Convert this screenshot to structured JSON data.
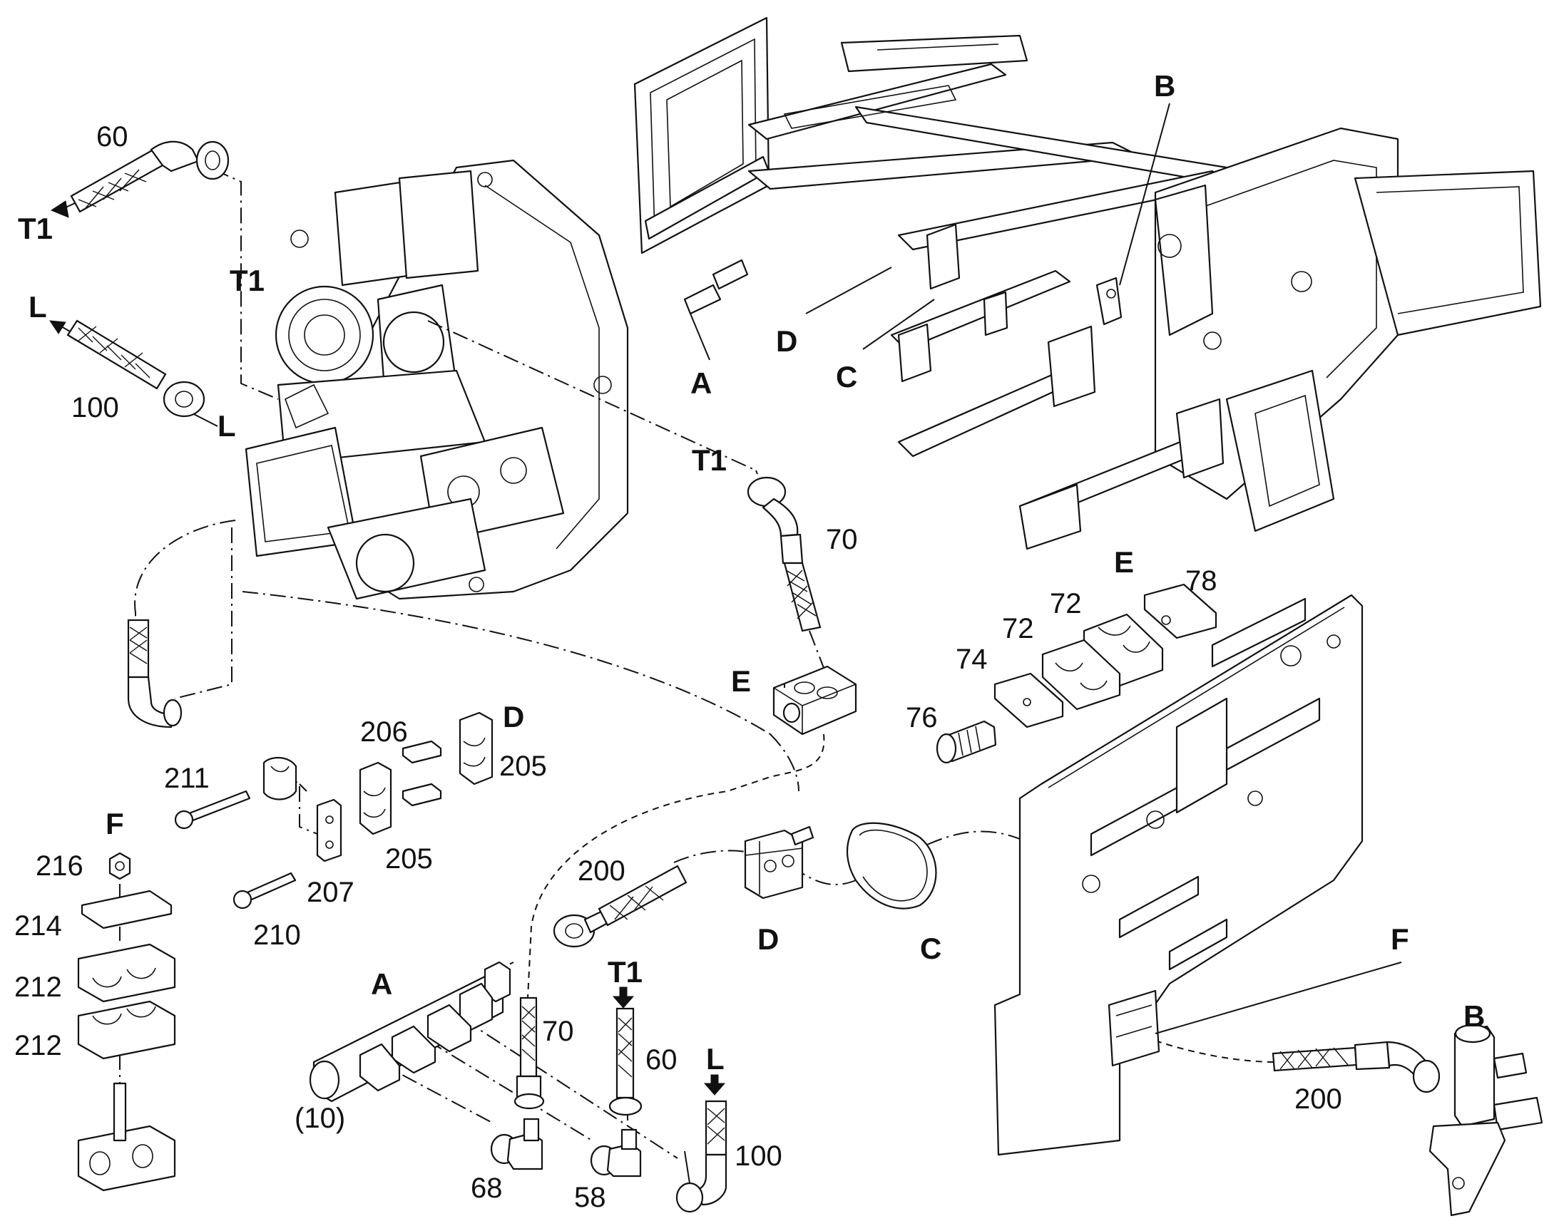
{
  "diagram": {
    "part_numbers": {
      "p60_top": "60",
      "p100_top": "100",
      "p70_mid": "70",
      "p78": "78",
      "p72a": "72",
      "p72b": "72",
      "p74": "74",
      "p76": "76",
      "p206": "206",
      "p205a": "205",
      "p211": "211",
      "p205b": "205",
      "p207": "207",
      "p210": "210",
      "p216": "216",
      "p214": "214",
      "p212a": "212",
      "p212b": "212",
      "p200_mid": "200",
      "p70_low": "70",
      "p60_low": "60",
      "p100_low": "100",
      "p10": "(10)",
      "p68": "68",
      "p58": "58",
      "p200_right": "200"
    },
    "callouts": {
      "B_top": "B",
      "D_top": "D",
      "C_top": "C",
      "A_top": "A",
      "T1_arrow_top": "T1",
      "L_arrow_top": "L",
      "T1_hose_top": "T1",
      "L_pump": "L",
      "T1_line": "T1",
      "E_mid": "E",
      "E_right": "E",
      "D_mid": "D",
      "F_left": "F",
      "D_lower": "D",
      "C_lower": "C",
      "F_right": "F",
      "A_lower": "A",
      "T1_fitting": "T1",
      "L_fitting": "L",
      "B_lower": "B"
    }
  }
}
